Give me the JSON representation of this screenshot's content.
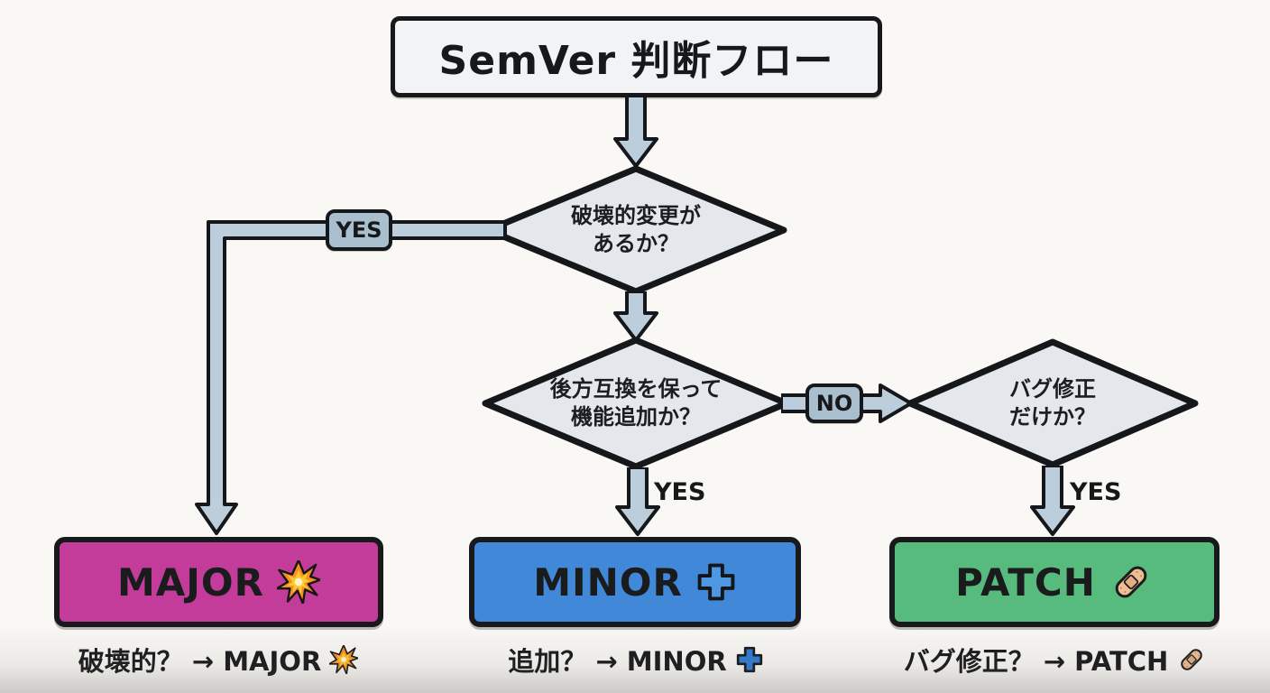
{
  "title": "SemVer 判断フロー",
  "flow": {
    "decision1": {
      "line1": "破壊的変更が",
      "line2": "あるか？",
      "yes_label": "YES"
    },
    "decision2": {
      "line1": "後方互換を保って",
      "line2": "機能追加か？",
      "no_label": "NO",
      "yes_label": "YES"
    },
    "decision3": {
      "line1": "バグ修正",
      "line2": "だけか？",
      "yes_label": "YES"
    }
  },
  "results": {
    "major": {
      "label": "MAJOR",
      "icon": "explosion-icon",
      "color": "#c43c9a"
    },
    "minor": {
      "label": "MINOR",
      "icon": "plus-icon",
      "color": "#4288d8"
    },
    "patch": {
      "label": "PATCH",
      "icon": "bandage-icon",
      "color": "#57bb7d"
    }
  },
  "captions": {
    "major": "破壊的？ → MAJOR",
    "minor": "追加？ → MINOR",
    "patch": "バグ修正？ → PATCH"
  },
  "colors": {
    "background": "#faf8f5",
    "node_fill": "#e4e8ec",
    "badge_fill": "#a9bfce",
    "arrow_fill": "#bccedb",
    "outline": "#15171b"
  }
}
